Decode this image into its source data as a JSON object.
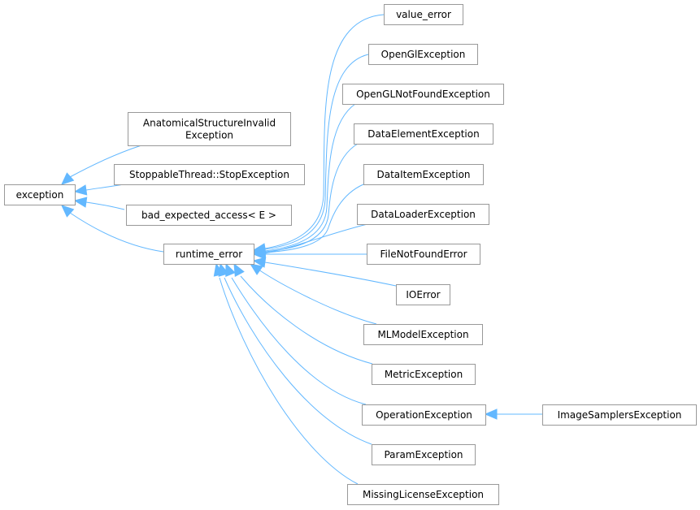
{
  "diagram": {
    "title": "Inheritance diagram for exception",
    "edge_color": "#63b8ff",
    "node_border_color": "#999999",
    "nodes": [
      {
        "id": "exception",
        "label": [
          "exception"
        ]
      },
      {
        "id": "anatomical",
        "label": [
          "AnatomicalStructureInvalid",
          "Exception"
        ]
      },
      {
        "id": "stoppable",
        "label": [
          "StoppableThread::StopException"
        ]
      },
      {
        "id": "bad_expected",
        "label": [
          "bad_expected_access< E >"
        ]
      },
      {
        "id": "runtime_error",
        "label": [
          "runtime_error"
        ]
      },
      {
        "id": "value_error",
        "label": [
          "value_error"
        ]
      },
      {
        "id": "opengl_exc",
        "label": [
          "OpenGlException"
        ]
      },
      {
        "id": "opengl_notfound",
        "label": [
          "OpenGLNotFoundException"
        ]
      },
      {
        "id": "data_element",
        "label": [
          "DataElementException"
        ]
      },
      {
        "id": "data_item",
        "label": [
          "DataItemException"
        ]
      },
      {
        "id": "data_loader",
        "label": [
          "DataLoaderException"
        ]
      },
      {
        "id": "file_not_found",
        "label": [
          "FileNotFoundError"
        ]
      },
      {
        "id": "ioerror",
        "label": [
          "IOError"
        ]
      },
      {
        "id": "mlmodel",
        "label": [
          "MLModelException"
        ]
      },
      {
        "id": "metric",
        "label": [
          "MetricException"
        ]
      },
      {
        "id": "operation",
        "label": [
          "OperationException"
        ]
      },
      {
        "id": "image_samplers",
        "label": [
          "ImageSamplersException"
        ]
      },
      {
        "id": "param",
        "label": [
          "ParamException"
        ]
      },
      {
        "id": "missing_license",
        "label": [
          "MissingLicenseException"
        ]
      }
    ],
    "edges": [
      {
        "from": "anatomical",
        "to": "exception"
      },
      {
        "from": "stoppable",
        "to": "exception"
      },
      {
        "from": "bad_expected",
        "to": "exception"
      },
      {
        "from": "runtime_error",
        "to": "exception"
      },
      {
        "from": "value_error",
        "to": "runtime_error"
      },
      {
        "from": "opengl_exc",
        "to": "runtime_error"
      },
      {
        "from": "opengl_notfound",
        "to": "runtime_error"
      },
      {
        "from": "data_element",
        "to": "runtime_error"
      },
      {
        "from": "data_item",
        "to": "runtime_error"
      },
      {
        "from": "data_loader",
        "to": "runtime_error"
      },
      {
        "from": "file_not_found",
        "to": "runtime_error"
      },
      {
        "from": "ioerror",
        "to": "runtime_error"
      },
      {
        "from": "mlmodel",
        "to": "runtime_error"
      },
      {
        "from": "metric",
        "to": "runtime_error"
      },
      {
        "from": "operation",
        "to": "runtime_error"
      },
      {
        "from": "param",
        "to": "runtime_error"
      },
      {
        "from": "missing_license",
        "to": "runtime_error"
      },
      {
        "from": "image_samplers",
        "to": "operation"
      }
    ]
  }
}
